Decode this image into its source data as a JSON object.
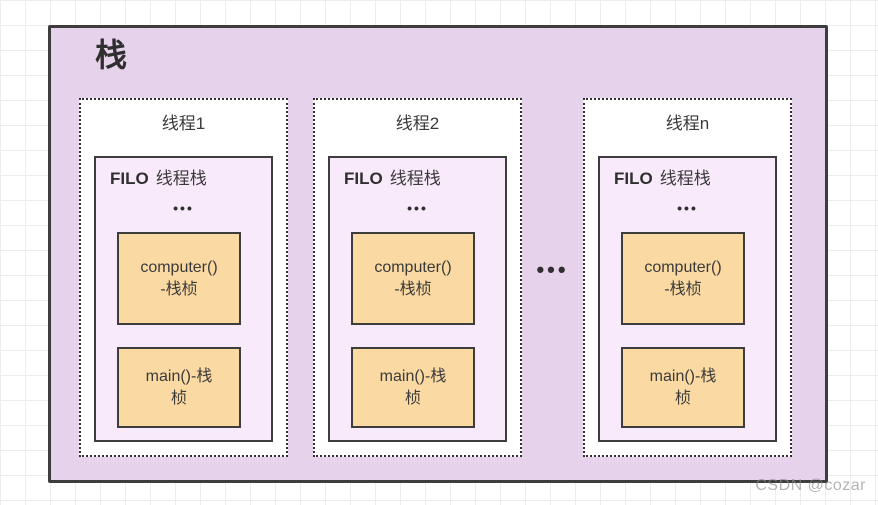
{
  "watermark": "CSDN @cozar",
  "diagram": {
    "title": "栈",
    "separator_dots": "•••",
    "threads": [
      {
        "label": "线程1",
        "stack_label_bold": "FILO",
        "stack_label": "线程栈",
        "ellipsis": "•••",
        "frames": [
          "computer()\n-栈桢",
          "main()-栈\n桢"
        ]
      },
      {
        "label": "线程2",
        "stack_label_bold": "FILO",
        "stack_label": "线程栈",
        "ellipsis": "•••",
        "frames": [
          "computer()\n-栈桢",
          "main()-栈\n桢"
        ]
      },
      {
        "label": "线程n",
        "stack_label_bold": "FILO",
        "stack_label": "线程栈",
        "ellipsis": "•••",
        "frames": [
          "computer()\n-栈桢",
          "main()-栈\n桢"
        ]
      }
    ]
  },
  "colors": {
    "outer_fill": "#e7d2ec",
    "thread_fill": "#ffffff",
    "stack_fill": "#f9eafb",
    "frame_fill": "#fbd9a2",
    "border": "#3d3d3d"
  }
}
